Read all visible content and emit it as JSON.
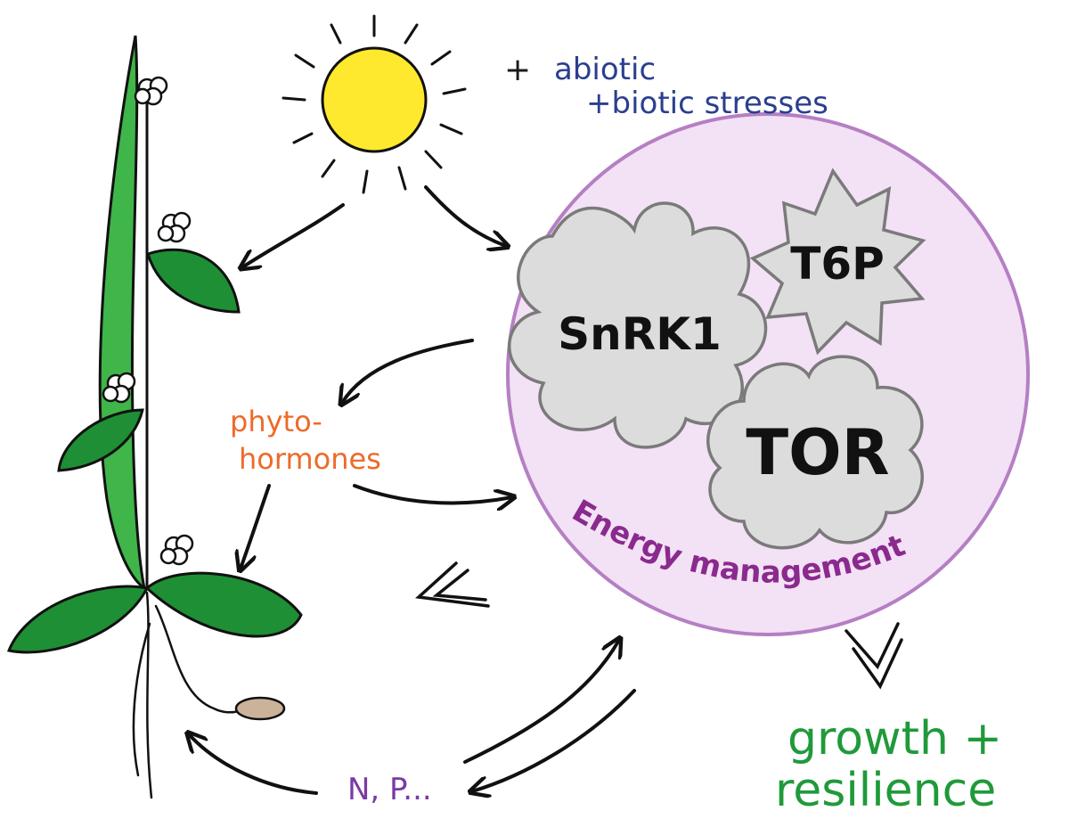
{
  "stress": {
    "plus": "+",
    "line1": "abiotic",
    "line2": "+biotic stresses"
  },
  "hormones": {
    "line1": "phyto-",
    "line2": "hormones"
  },
  "nutrients": {
    "label": "N, P..."
  },
  "core": {
    "snrk1": "SnRK1",
    "t6p": "T6P",
    "tor": "TOR",
    "energy": "Energy management",
    "fill": "#f3e1f5",
    "border": "#b57fc4",
    "energy_color": "#8a2a8e",
    "blob_fill": "#dcdcdc",
    "blob_stroke": "#7a7a7a"
  },
  "outcome": {
    "line1": "growth +",
    "line2": "resilience"
  },
  "colors": {
    "sun": "#ffe92e",
    "leaf": "#1e8f34",
    "stem": "#3fb54a",
    "seed": "#cbb39a",
    "stress_text": "#2a3f8f",
    "hormone_text": "#ee6a2a",
    "nutrient_text": "#7a3aa6",
    "outcome_text": "#1f9a3a"
  }
}
